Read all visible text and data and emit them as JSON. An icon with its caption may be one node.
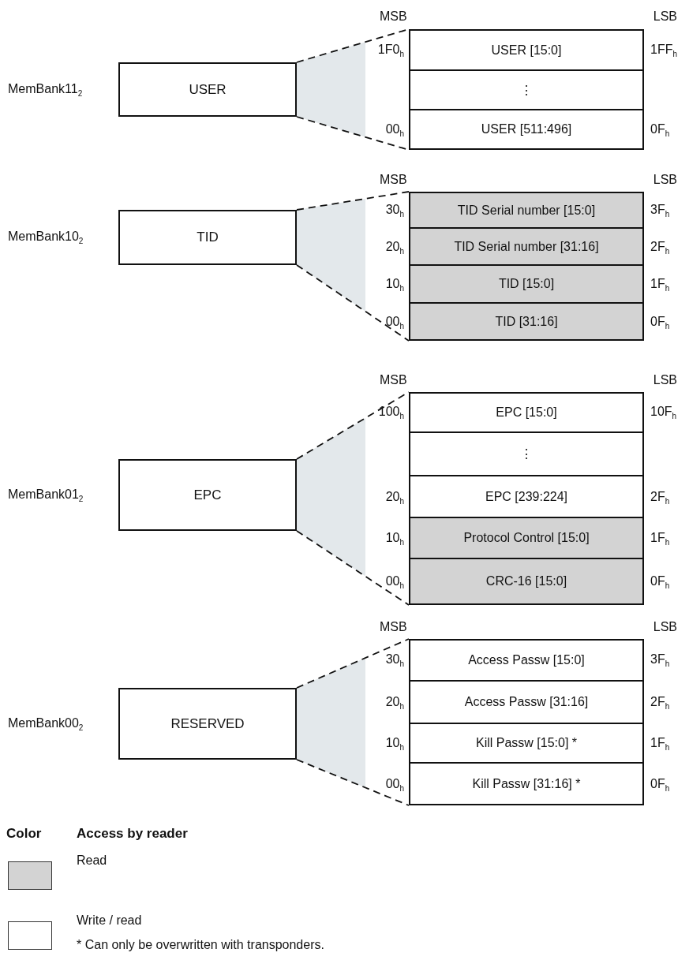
{
  "diagram": {
    "nodes": [
      {
        "text": [
          "USER"
        ],
        "beside": [
          "MemBank11$_{2}$"
        ]
      },
      {
        "text": [],
        "shape": "box"
      },
      {
        "text": [
          "USER [15:0]"
        ],
        "in": 1,
        "beside": [
          "1F0$_{h}$",
          "1FF$_{h}$"
        ]
      },
      {
        "text": [
          "⋮"
        ],
        "in": 1
      },
      {
        "text": [
          "USER [511:496]"
        ],
        "in": 1,
        "beside": [
          "00$_{h}$",
          "0F$_{h}$"
        ]
      },
      {
        "text": [
          "TID"
        ],
        "beside": [
          "MemBank10$_{2}$"
        ]
      },
      {
        "text": [],
        "shape": "box"
      },
      {
        "text": [
          "TID Serial number [15:0]"
        ],
        "in": 6,
        "beside": [
          "30$_{h}$",
          "3F$_{h}$"
        ]
      },
      {
        "text": [
          "TID Serial number [31:16]"
        ],
        "in": 6,
        "beside": [
          "20$_{h}$",
          "2F$_{h}$"
        ]
      },
      {
        "text": [
          "TID [15:0]"
        ],
        "in": 6,
        "beside": [
          "10$_{h}$",
          "1F$_{h}$"
        ]
      },
      {
        "text": [
          "TID [31:16]"
        ],
        "in": 6,
        "beside": [
          "00$_{h}$",
          "0F$_{h}$"
        ]
      },
      {
        "text": [
          "EPC"
        ],
        "beside": [
          "MemBank01$_{2}$"
        ]
      },
      {
        "text": [],
        "shape": "box"
      },
      {
        "text": [
          "EPC [15:0]"
        ],
        "in": 12,
        "beside": [
          "100$_{h}$",
          "10F$_{h}$"
        ]
      },
      {
        "text": [
          "⋮"
        ],
        "in": 12
      },
      {
        "text": [
          "EPC [239:224]"
        ],
        "in": 12,
        "beside": [
          "20$_{h}$",
          "2F$_{h}$"
        ]
      },
      {
        "text": [
          "Protocol Control [15:0]"
        ],
        "in": 12,
        "beside": [
          "10$_{h}$",
          "1F$_{h}$"
        ]
      },
      {
        "text": [
          "CRC-16 [15:0]"
        ],
        "in": 12,
        "beside": [
          "00$_{h}$",
          "0F$_{h}$"
        ]
      },
      {
        "text": [
          "RESERVED"
        ],
        "beside": [
          "MemBank00$_{2}$"
        ]
      },
      {
        "text": [],
        "shape": "box"
      },
      {
        "text": [
          "Access Passw [15:0]"
        ],
        "in": 19,
        "beside": [
          "30$_{h}$",
          "3F$_{h}$"
        ]
      },
      {
        "text": [
          "Access Passw [31:16]"
        ],
        "in": 19,
        "beside": [
          "20$_{h}$",
          "2F$_{h}$"
        ]
      },
      {
        "text": [
          "Kill Passw [15:0]  *"
        ],
        "in": 19,
        "beside": [
          "10$_{h}$",
          "1F$_{h}$"
        ]
      },
      {
        "text": [
          "Kill Passw [31:16]  *"
        ],
        "in": 19,
        "beside": [
          "00$_{h}$",
          "0F$_{h}$"
        ]
      }
    ],
    "edges": [
      {
        "from": 0,
        "to": 1,
        "arrow": "none",
        "style": "dashed"
      },
      {
        "from": 5,
        "to": 6,
        "arrow": "none",
        "style": "dashed"
      },
      {
        "from": 11,
        "to": 12,
        "arrow": "none",
        "style": "dashed"
      },
      {
        "from": 18,
        "to": 19,
        "arrow": "none",
        "style": "dashed"
      }
    ],
    "labels": [
      "MSB",
      "LSB",
      "MSB",
      "LSB",
      "MSB",
      "LSB",
      "MSB",
      "LSB",
      "Color",
      "Access by reader",
      "* Can only be overwritten with transponders."
    ],
    "legend": [
      {
        "text": "Read",
        "color": "#d3d3d3"
      },
      {
        "text": "Write / read",
        "color": "#ffffff"
      }
    ]
  }
}
